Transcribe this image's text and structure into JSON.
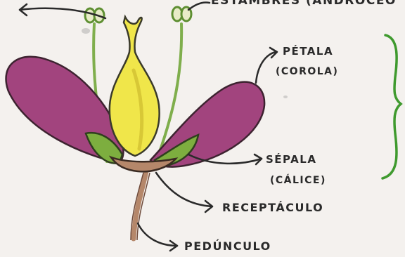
{
  "labels": {
    "estambres": "ESTAMBRES (ANDROCEO",
    "petala": "PÉTALA",
    "corola": "(COROLA)",
    "sepala": "SÉPALA",
    "calice": "(CÁLICE)",
    "receptaculo": "RECEPTÁCULO",
    "pedunculo": "PEDÚNCULO"
  },
  "colors": {
    "petal": "#a2447e",
    "pistil": "#f0e64a",
    "sepal": "#7dae3f",
    "receptacle": "#b5876a",
    "stamen": "#7fae4c",
    "bracket": "#3f9a2e",
    "ink": "#2a2a2a"
  }
}
